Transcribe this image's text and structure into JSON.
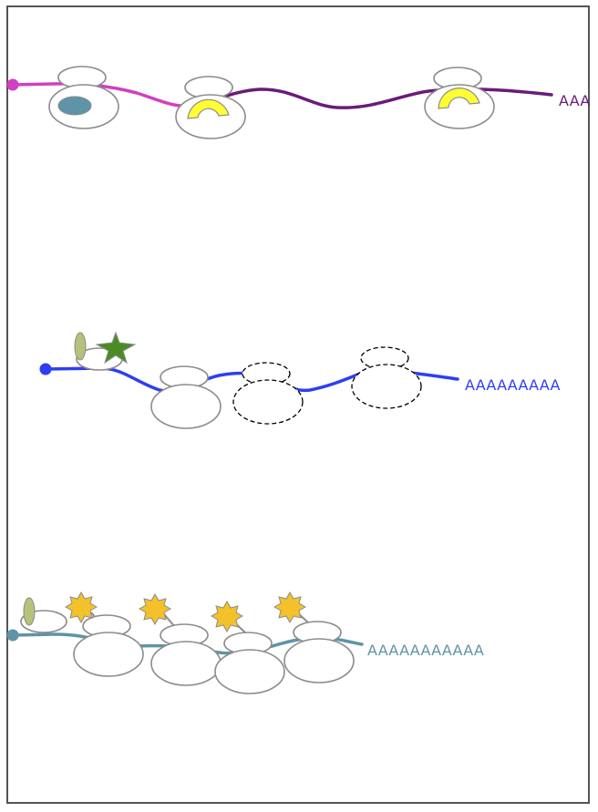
{
  "diagram": {
    "panels": [
      {
        "id": "top",
        "polya_text": "AAA",
        "strand_color_5prime": "#d23fc0",
        "strand_color": "#6a1b78"
      },
      {
        "id": "middle",
        "polya_text": "AAAAAAAAA",
        "strand_color": "#2d3ff0"
      },
      {
        "id": "bottom",
        "polya_text": "AAAAAAAAAAA",
        "strand_color": "#5f93a8"
      }
    ],
    "colors": {
      "ribosome_stroke": "#8c8c8c",
      "yellow_arc": "#ffff33",
      "teal_oval": "#5f93a8",
      "star_green": "#4a8c24",
      "oval_olive": "#b5c27a",
      "starburst": "#f3c12a",
      "frame": "#555555"
    }
  }
}
